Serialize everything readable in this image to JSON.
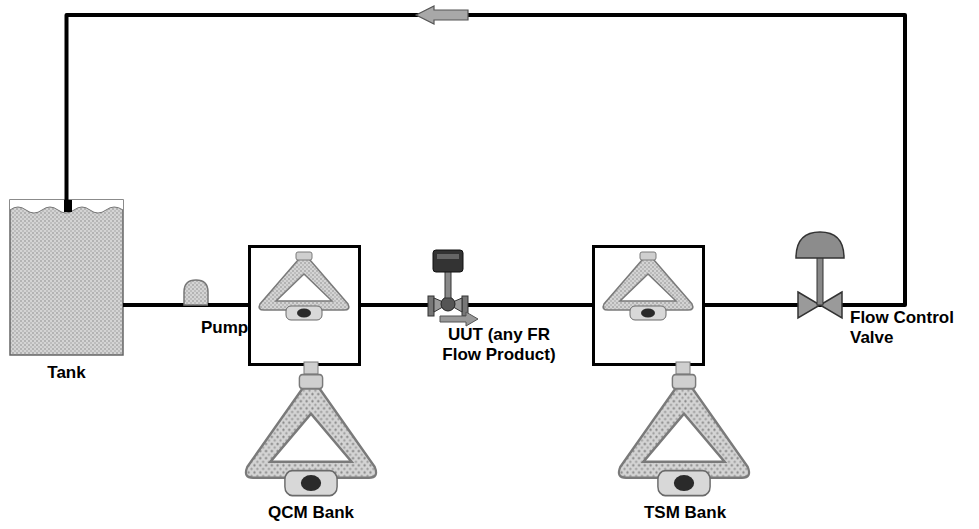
{
  "diagram": {
    "nodes": [
      {
        "text": [
          "Tank"
        ]
      },
      {
        "text": [
          "Pump"
        ]
      },
      {
        "text": [
          "QCM Bank"
        ]
      },
      {
        "text": [
          "UUT (any FR Flow Product)"
        ]
      },
      {
        "text": [
          "TSM Bank"
        ]
      },
      {
        "text": [
          "Flow Control Valve"
        ]
      }
    ],
    "edges": [
      {
        "from": 0,
        "to": 1,
        "arrow": "none"
      },
      {
        "from": 1,
        "to": 2,
        "arrow": "none"
      },
      {
        "from": 2,
        "to": 3,
        "arrow": "none"
      },
      {
        "from": 3,
        "to": 4,
        "arrow": "none"
      },
      {
        "from": 4,
        "to": 5,
        "arrow": "none"
      },
      {
        "from": 5,
        "to": 0,
        "arrow": "to"
      }
    ]
  }
}
